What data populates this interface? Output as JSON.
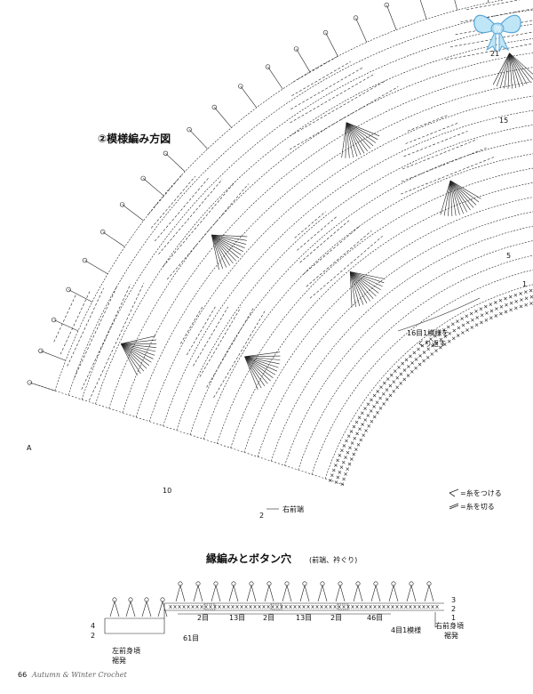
{
  "main_chart": {
    "title": "②模様編み方図",
    "stitch_label_top": "16目1模様を",
    "stitch_label_bottom": "くり返す",
    "right_front_edge": "右前端",
    "row_marks": {
      "r21": "21",
      "r15": "15",
      "r5": "5",
      "r1": "1",
      "r2": "2",
      "r10": "10",
      "A": "A"
    }
  },
  "legend": {
    "attach_yarn": "=糸をつける",
    "cut_yarn": "=糸を切る"
  },
  "edging_chart": {
    "title": "縁編みとボタン穴",
    "subtitle": "(前端、衿ぐり)",
    "counts": [
      "2目",
      "13目",
      "2目",
      "13目",
      "2目",
      "46目"
    ],
    "count_61": "61目",
    "pattern_label": "4目1模様",
    "left_label_1": "左前身頃",
    "left_label_2": "裾発",
    "right_label_1": "右前身頃",
    "right_label_2": "裾発",
    "row_marks_left": [
      "4",
      "2"
    ],
    "row_marks_right": [
      "3",
      "2",
      "1"
    ]
  },
  "footer": {
    "page_number": "66",
    "magazine": "Autumn & Winter Crochet"
  },
  "badge": {
    "text": "微"
  },
  "colors": {
    "ink": "#111111",
    "bow_fill": "#bfe6f7",
    "bow_stroke": "#5aa6d6"
  }
}
